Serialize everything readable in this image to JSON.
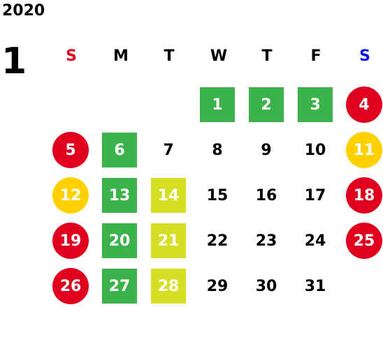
{
  "header": {
    "year": "2020",
    "month": "1"
  },
  "weekdays": [
    {
      "label": "S",
      "color": "#e8001c"
    },
    {
      "label": "M",
      "color": "#000000"
    },
    {
      "label": "T",
      "color": "#000000"
    },
    {
      "label": "W",
      "color": "#000000"
    },
    {
      "label": "T",
      "color": "#000000"
    },
    {
      "label": "F",
      "color": "#000000"
    },
    {
      "label": "S",
      "color": "#0a14e6"
    }
  ],
  "colors": {
    "holiday_red": "#e0001e",
    "holiday_yellow": "#ffd100",
    "green": "#3cb34a",
    "lime": "#d6df23",
    "text_dark": "#000000",
    "text_light": "#ffffff"
  },
  "days": [
    {
      "label": "1",
      "style": "green"
    },
    {
      "label": "2",
      "style": "green"
    },
    {
      "label": "3",
      "style": "green"
    },
    {
      "label": "4",
      "style": "red"
    },
    {
      "label": "5",
      "style": "red"
    },
    {
      "label": "6",
      "style": "green"
    },
    {
      "label": "7",
      "style": "plain"
    },
    {
      "label": "8",
      "style": "plain"
    },
    {
      "label": "9",
      "style": "plain"
    },
    {
      "label": "10",
      "style": "plain"
    },
    {
      "label": "11",
      "style": "yellow"
    },
    {
      "label": "12",
      "style": "yellow"
    },
    {
      "label": "13",
      "style": "green"
    },
    {
      "label": "14",
      "style": "lime"
    },
    {
      "label": "15",
      "style": "plain"
    },
    {
      "label": "16",
      "style": "plain"
    },
    {
      "label": "17",
      "style": "plain"
    },
    {
      "label": "18",
      "style": "red"
    },
    {
      "label": "19",
      "style": "red"
    },
    {
      "label": "20",
      "style": "green"
    },
    {
      "label": "21",
      "style": "lime"
    },
    {
      "label": "22",
      "style": "plain"
    },
    {
      "label": "23",
      "style": "plain"
    },
    {
      "label": "24",
      "style": "plain"
    },
    {
      "label": "25",
      "style": "red"
    },
    {
      "label": "26",
      "style": "red"
    },
    {
      "label": "27",
      "style": "green"
    },
    {
      "label": "28",
      "style": "lime"
    },
    {
      "label": "29",
      "style": "plain"
    },
    {
      "label": "30",
      "style": "plain"
    },
    {
      "label": "31",
      "style": "plain"
    }
  ]
}
